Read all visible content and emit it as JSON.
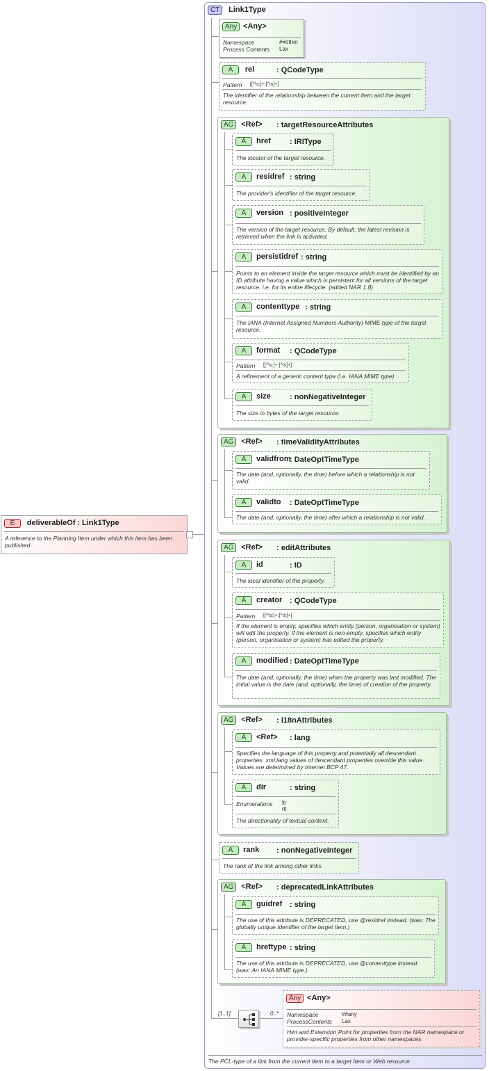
{
  "complex_type": {
    "badge": "CT",
    "name": "Link1Type",
    "doc": "The PCL-type of a link from the current Item to a target Item or Web resource"
  },
  "element": {
    "badge": "E",
    "name": "deliverableOf",
    "type": ": Link1Type",
    "doc": "A reference to the Planning Item under which this item has been published"
  },
  "any_attribute": {
    "badge": "Any",
    "name": "<Any>",
    "rows": [
      {
        "label": "Namespace",
        "value": "##other"
      },
      {
        "label": "Process Contents",
        "value": "Lax"
      }
    ]
  },
  "rel": {
    "badge": "A",
    "name": "rel",
    "type": ": QCodeType",
    "pattern_label": "Pattern",
    "pattern": "[[^\\s:]+:[^\\s]+]",
    "doc": "The identifier of the relationship between the current Item and the target resource."
  },
  "target": {
    "badge": "AG",
    "ref": "<Ref>",
    "type": ": targetResourceAttributes",
    "href": {
      "badge": "A",
      "name": "href",
      "type": ": IRIType",
      "doc": "The locator of the target resource."
    },
    "residref": {
      "badge": "A",
      "name": "residref",
      "type": ": string",
      "doc": "The  provider's identifier of the target resource."
    },
    "version": {
      "badge": "A",
      "name": "version",
      "type": ": positiveInteger",
      "doc": "The version of the target resource. By default, the latest revision is retrieved when the link is activated."
    },
    "persistidref": {
      "badge": "A",
      "name": "persistidref",
      "type": ": string",
      "doc": "Points to an element inside the target resource which must be identified by an ID attribute having a value which is persistent for all versions of the target resource, i.e. for its entire lifecycle. (added NAR 1.8)"
    },
    "contenttype": {
      "badge": "A",
      "name": "contenttype",
      "type": ": string",
      "doc": "The IANA (Internet Assigned Numbers Authority) MIME type of the target resource."
    },
    "format": {
      "badge": "A",
      "name": "format",
      "type": ": QCodeType",
      "pattern_label": "Pattern",
      "pattern": "[[^\\s:]+:[^\\s]+]",
      "doc": "A refinement of a generic content type (i.e. IANA MIME type)"
    },
    "size": {
      "badge": "A",
      "name": "size",
      "type": ": nonNegativeInteger",
      "doc": "The size in bytes of the target resource."
    }
  },
  "time": {
    "badge": "AG",
    "ref": "<Ref>",
    "type": ": timeValidityAttributes",
    "validfrom": {
      "badge": "A",
      "name": "validfrom",
      "type": ": DateOptTimeType",
      "doc": "The date (and, optionally, the time) before which a relationship is not valid."
    },
    "validto": {
      "badge": "A",
      "name": "validto",
      "type": ": DateOptTimeType",
      "doc": "The date (and, optionally, the time) after which a relationship is not valid."
    }
  },
  "edit": {
    "badge": "AG",
    "ref": "<Ref>",
    "type": ": editAttributes",
    "id": {
      "badge": "A",
      "name": "id",
      "type": ": ID",
      "doc": "The local identifier of the property."
    },
    "creator": {
      "badge": "A",
      "name": "creator",
      "type": ": QCodeType",
      "pattern_label": "Pattern",
      "pattern": "[[^\\s:]+:[^\\s]+]",
      "doc": "If the element is empty, specifies which entity (person, organisation or system) will edit the property. If the element is non-empty, specifies which entity (person, organisation or system) has edited the property."
    },
    "modified": {
      "badge": "A",
      "name": "modified",
      "type": ": DateOptTimeType",
      "doc": "The date (and, optionally, the time) when the property was last modified. The initial value is the date (and, optionally, the time) of creation of the property."
    }
  },
  "i18n": {
    "badge": "AG",
    "ref": "<Ref>",
    "type": ": i18nAttributes",
    "lang": {
      "badge": "A",
      "name": "<Ref>",
      "type": ": lang",
      "doc": "Specifies the language of this property and potentially all descendant properties. xml:lang values of descendant properties override this value. Values are determined by Internet BCP 47."
    },
    "dir": {
      "badge": "A",
      "name": "dir",
      "type": ": string",
      "enum_label": "Enumerations",
      "enum1": "ltr",
      "enum2": "rtl",
      "doc": "The directionality of textual content."
    }
  },
  "rank": {
    "badge": "A",
    "name": "rank",
    "type": ": nonNegativeInteger",
    "doc": "The rank of the link among other links"
  },
  "deprecated": {
    "badge": "AG",
    "ref": "<Ref>",
    "type": ": deprecatedLinkAttributes",
    "guidref": {
      "badge": "A",
      "name": "guidref",
      "type": ": string",
      "doc": "The use of this attribute is DEPRECATED, use @residref instead. (was: The globally unique Identifier of the target Item.)"
    },
    "hreftype": {
      "badge": "A",
      "name": "hreftype",
      "type": ": string",
      "doc": "The use of this attribute is DEPRECATED, use @contenttype instead. (was: An IANA MIME type.)"
    }
  },
  "sequence": {
    "occurrence": "[1..1]",
    "child_occurrence": "0..*"
  },
  "any_element": {
    "badge": "Any",
    "name": "<Any>",
    "rows": [
      {
        "label": "Namespace",
        "value": "##any"
      },
      {
        "label": "ProcessContents",
        "value": "Lax"
      }
    ],
    "doc": "Hint and Extension Point for properties from the NAR namespace or provider-specific properties from other namespaces"
  }
}
